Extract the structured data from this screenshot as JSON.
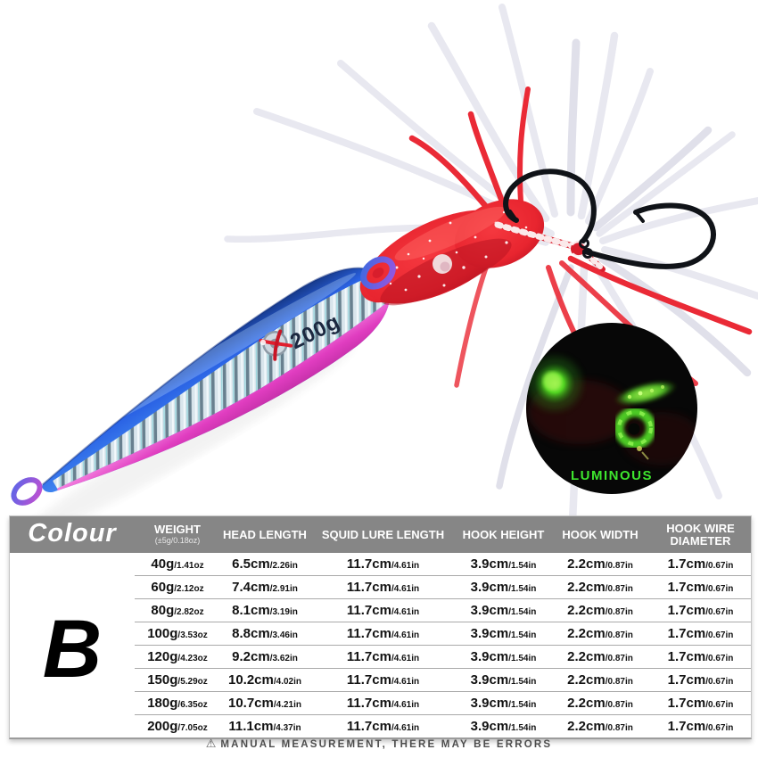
{
  "photo": {
    "weight_label_on_lure": "200g",
    "luminous_inset": {
      "label": "LUMINOUS"
    },
    "colors": {
      "lure_blue": "#2a62e4",
      "lure_pink": "#e03dc0",
      "lure_silver": "#d9e5ec",
      "squid_red": "#e8252f",
      "hook_black": "#101318",
      "luminous_green": "#3ee62e",
      "inset_background": "#070707",
      "table_header_bg": "#868686"
    }
  },
  "spec_table": {
    "colour_value": "B",
    "headers": [
      {
        "label": "Colour",
        "sub": ""
      },
      {
        "label": "WEIGHT",
        "sub": "(±5g/0.18oz)"
      },
      {
        "label": "HEAD LENGTH",
        "sub": ""
      },
      {
        "label": "SQUID LURE LENGTH",
        "sub": ""
      },
      {
        "label": "HOOK HEIGHT",
        "sub": ""
      },
      {
        "label": "HOOK WIDTH",
        "sub": ""
      },
      {
        "label": "HOOK WIRE DIAMETER",
        "sub": ""
      }
    ],
    "column_keys": [
      "weight",
      "head_length",
      "squid_lure_length",
      "hook_height",
      "hook_width",
      "hook_wire_diameter"
    ],
    "rows": [
      {
        "weight": [
          "40g",
          "/1.41oz"
        ],
        "head_length": [
          "6.5cm",
          "/2.26in"
        ],
        "squid_lure_length": [
          "11.7cm",
          "/4.61in"
        ],
        "hook_height": [
          "3.9cm",
          "/1.54in"
        ],
        "hook_width": [
          "2.2cm",
          "/0.87in"
        ],
        "hook_wire_diameter": [
          "1.7cm",
          "/0.67in"
        ]
      },
      {
        "weight": [
          "60g",
          "/2.12oz"
        ],
        "head_length": [
          "7.4cm",
          "/2.91in"
        ],
        "squid_lure_length": [
          "11.7cm",
          "/4.61in"
        ],
        "hook_height": [
          "3.9cm",
          "/1.54in"
        ],
        "hook_width": [
          "2.2cm",
          "/0.87in"
        ],
        "hook_wire_diameter": [
          "1.7cm",
          "/0.67in"
        ]
      },
      {
        "weight": [
          "80g",
          "/2.82oz"
        ],
        "head_length": [
          "8.1cm",
          "/3.19in"
        ],
        "squid_lure_length": [
          "11.7cm",
          "/4.61in"
        ],
        "hook_height": [
          "3.9cm",
          "/1.54in"
        ],
        "hook_width": [
          "2.2cm",
          "/0.87in"
        ],
        "hook_wire_diameter": [
          "1.7cm",
          "/0.67in"
        ]
      },
      {
        "weight": [
          "100g",
          "/3.53oz"
        ],
        "head_length": [
          "8.8cm",
          "/3.46in"
        ],
        "squid_lure_length": [
          "11.7cm",
          "/4.61in"
        ],
        "hook_height": [
          "3.9cm",
          "/1.54in"
        ],
        "hook_width": [
          "2.2cm",
          "/0.87in"
        ],
        "hook_wire_diameter": [
          "1.7cm",
          "/0.67in"
        ]
      },
      {
        "weight": [
          "120g",
          "/4.23oz"
        ],
        "head_length": [
          "9.2cm",
          "/3.62in"
        ],
        "squid_lure_length": [
          "11.7cm",
          "/4.61in"
        ],
        "hook_height": [
          "3.9cm",
          "/1.54in"
        ],
        "hook_width": [
          "2.2cm",
          "/0.87in"
        ],
        "hook_wire_diameter": [
          "1.7cm",
          "/0.67in"
        ]
      },
      {
        "weight": [
          "150g",
          "/5.29oz"
        ],
        "head_length": [
          "10.2cm",
          "/4.02in"
        ],
        "squid_lure_length": [
          "11.7cm",
          "/4.61in"
        ],
        "hook_height": [
          "3.9cm",
          "/1.54in"
        ],
        "hook_width": [
          "2.2cm",
          "/0.87in"
        ],
        "hook_wire_diameter": [
          "1.7cm",
          "/0.67in"
        ]
      },
      {
        "weight": [
          "180g",
          "/6.35oz"
        ],
        "head_length": [
          "10.7cm",
          "/4.21in"
        ],
        "squid_lure_length": [
          "11.7cm",
          "/4.61in"
        ],
        "hook_height": [
          "3.9cm",
          "/1.54in"
        ],
        "hook_width": [
          "2.2cm",
          "/0.87in"
        ],
        "hook_wire_diameter": [
          "1.7cm",
          "/0.67in"
        ]
      },
      {
        "weight": [
          "200g",
          "/7.05oz"
        ],
        "head_length": [
          "11.1cm",
          "/4.37in"
        ],
        "squid_lure_length": [
          "11.7cm",
          "/4.61in"
        ],
        "hook_height": [
          "3.9cm",
          "/1.54in"
        ],
        "hook_width": [
          "2.2cm",
          "/0.87in"
        ],
        "hook_wire_diameter": [
          "1.7cm",
          "/0.67in"
        ]
      }
    ]
  },
  "footer": {
    "warning_icon": "⚠",
    "note": "MANUAL MEASUREMENT, THERE MAY BE ERRORS"
  }
}
